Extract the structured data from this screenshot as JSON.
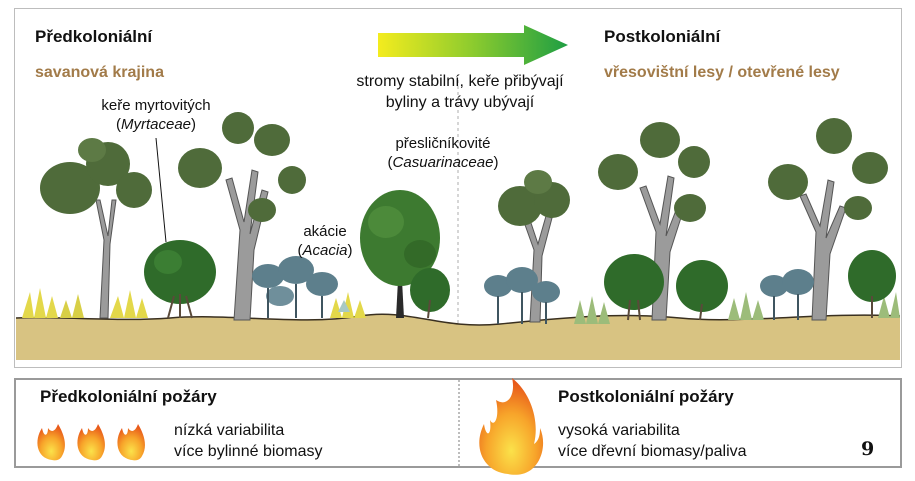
{
  "left": {
    "title": "Předkoloniální",
    "subtitle": "savanová krajina"
  },
  "right": {
    "title": "Postkoloniální",
    "subtitle": "vřesovištní lesy / otevřené lesy"
  },
  "arrow_text": {
    "line1": "stromy stabilní, keře přibývají",
    "line2": "byliny a trávy ubývají"
  },
  "labels": {
    "myrtaceae_common": "keře myrtovitých",
    "myrtaceae_latin": "Myrtaceae",
    "casuarina_common": "přesličníkovité",
    "casuarina_latin": "Casuarinaceae",
    "acacia_common": "akácie",
    "acacia_latin": "Acacia"
  },
  "fires": {
    "left_title": "Předkoloniální požáry",
    "left_line1": "nízká variabilita",
    "left_line2": "více bylinné biomasy",
    "right_title": "Postkoloniální požáry",
    "right_line1": "vysoká variabilita",
    "right_line2": "více dřevní biomasy/paliva"
  },
  "page_number": "9",
  "colors": {
    "ground": "#d8c382",
    "ground_shadow": "#b9a365",
    "section_heading": "#a27b49",
    "arrow_start": "#f4ec1e",
    "arrow_end": "#1e9e43",
    "eucalypt_foliage": "#4f6b3a",
    "trunk": "#9b9b9b",
    "acacia_foliage": "#5d7f8c",
    "myrtle_foliage": "#2f6b2a",
    "casuarina_foliage": "#3d7a30",
    "grass_yellow": "#e3d84a",
    "grass_green": "#9cbc7a",
    "flame_orange": "#f07c1a",
    "flame_yellow": "#f7d23c"
  },
  "icons": [
    "gradient-arrow",
    "flame-icon"
  ]
}
